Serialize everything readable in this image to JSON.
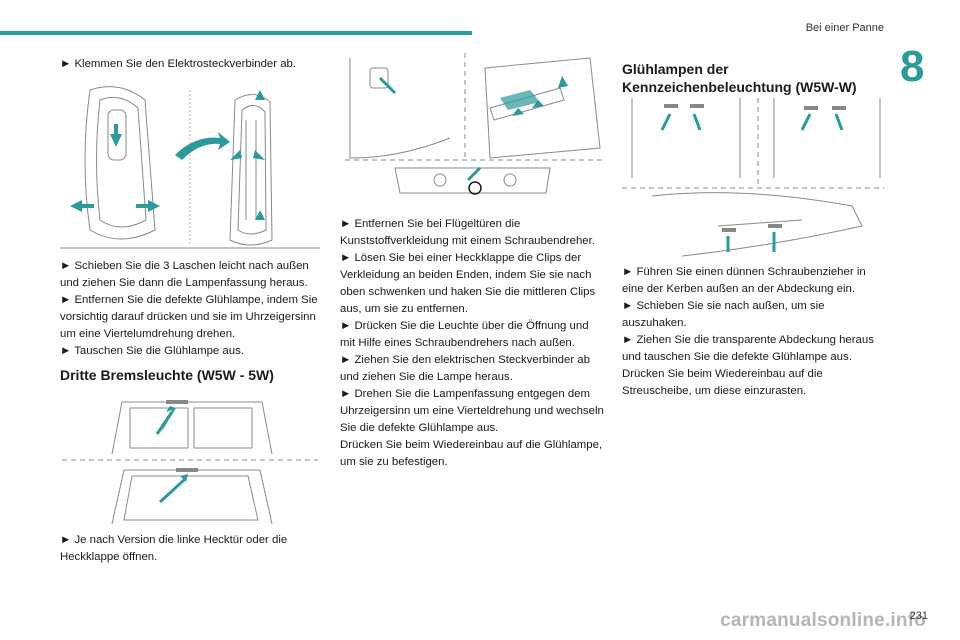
{
  "header": {
    "section": "Bei einer Panne",
    "chapter_number": "8"
  },
  "col1": {
    "step_disconnect": "► Klemmen Sie den Elektrosteckverbinder ab.",
    "steps": [
      "► Schieben Sie die 3 Laschen leicht nach außen und ziehen Sie dann die Lampenfassung heraus.",
      "► Entfernen Sie die defekte Glühlampe, indem Sie vorsichtig darauf drücken und sie im Uhrzeigersinn um eine Viertelumdrehung drehen.",
      "► Tauschen Sie die Glühlampe aus."
    ],
    "heading_brake": "Dritte Bremsleuchte (W5W - 5W)",
    "step_open": "► Je nach Version die linke Hecktür oder die Heckklappe öffnen."
  },
  "col2": {
    "steps": [
      "► Entfernen Sie bei Flügeltüren die Kunststoffverkleidung mit einem Schraubendreher.",
      "► Lösen Sie bei einer Heckklappe die Clips der Verkleidung an beiden Enden, indem Sie sie nach oben schwenken und haken Sie die mittleren Clips aus, um sie zu entfernen.",
      "► Drücken Sie die Leuchte über die Öffnung und mit Hilfe eines Schraubendrehers nach außen.",
      "► Ziehen Sie den elektrischen Steckverbinder ab und ziehen Sie die Lampe heraus.",
      "► Drehen Sie die Lampenfassung entgegen dem Uhrzeigersinn um eine Vierteldrehung und wechseln Sie die defekte Glühlampe aus.",
      "Drücken Sie beim Wiedereinbau auf die Glühlampe, um sie zu befestigen."
    ]
  },
  "col3": {
    "heading": "Glühlampen der Kennzeichenbeleuchtung (W5W-W)",
    "steps": [
      "► Führen Sie einen dünnen Schraubenzieher in eine der Kerben außen an der Abdeckung ein.",
      "► Schieben Sie sie nach außen, um sie auszuhaken.",
      "► Ziehen Sie die transparente Abdeckung heraus und tauschen Sie die defekte Glühlampe aus.",
      "Drücken Sie beim Wiedereinbau auf die Streuscheibe, um diese einzurasten."
    ]
  },
  "footer": {
    "page_number": "231",
    "watermark": "carmanualsonline.info"
  },
  "colors": {
    "accent": "#2a9a9a",
    "line": "#8a8a8a"
  },
  "icons": [
    "arrow-icon"
  ]
}
